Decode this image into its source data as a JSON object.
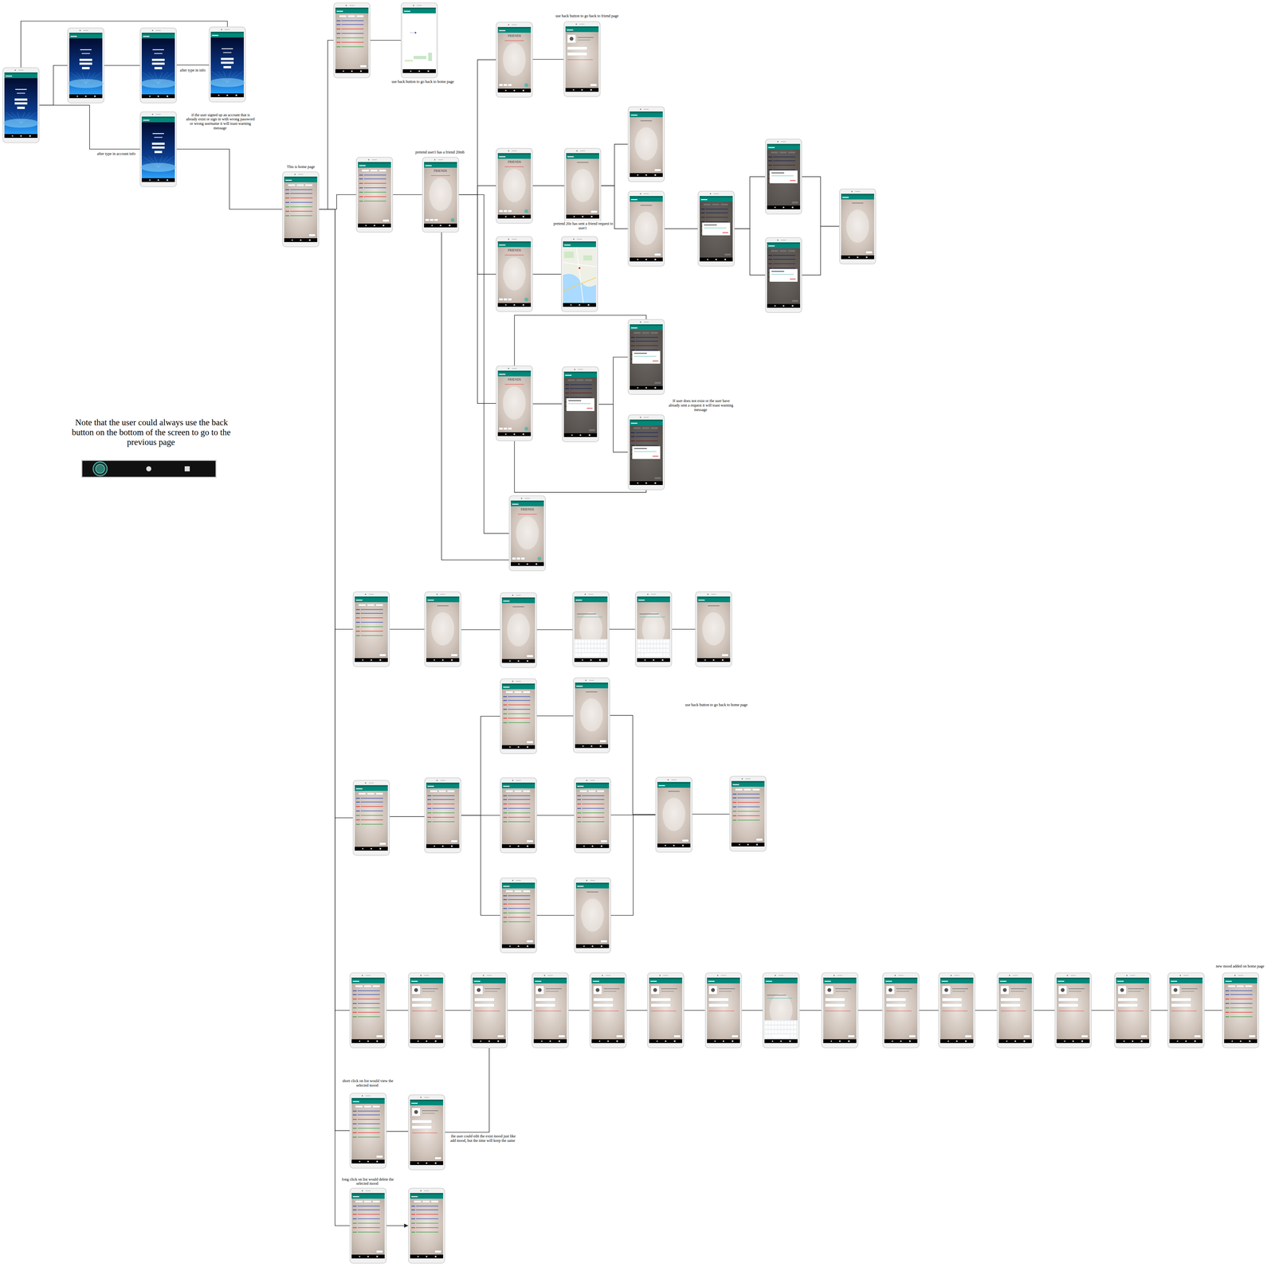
{
  "diagram": {
    "nodes": [
      {
        "text": []
      },
      {
        "text": []
      },
      {
        "text": []
      },
      {
        "text": []
      },
      {
        "text": []
      },
      {
        "text": []
      },
      {
        "text": []
      },
      {
        "text": []
      },
      {
        "text": []
      },
      {
        "text": [
          "FRIENDS"
        ]
      },
      {
        "text": [
          "FRIENDS"
        ]
      },
      {
        "text": []
      },
      {
        "text": [
          "FRIENDS"
        ]
      },
      {
        "text": []
      },
      {
        "text": []
      },
      {
        "text": []
      },
      {
        "text": []
      },
      {
        "text": []
      },
      {
        "text": []
      },
      {
        "text": []
      },
      {
        "text": [
          "FRIENDS"
        ]
      },
      {
        "text": []
      },
      {
        "text": [
          "FRIENDS"
        ]
      },
      {
        "text": []
      },
      {
        "text": []
      },
      {
        "text": []
      },
      {
        "text": [
          "FRIENDS"
        ]
      },
      {
        "text": []
      },
      {
        "text": []
      },
      {
        "text": []
      },
      {
        "text": []
      },
      {
        "text": []
      },
      {
        "text": []
      },
      {
        "text": []
      },
      {
        "text": []
      },
      {
        "text": []
      },
      {
        "text": []
      },
      {
        "text": []
      },
      {
        "text": []
      },
      {
        "text": []
      },
      {
        "text": []
      },
      {
        "text": []
      },
      {
        "text": []
      },
      {
        "text": []
      },
      {
        "text": []
      },
      {
        "text": []
      },
      {
        "text": []
      },
      {
        "text": []
      },
      {
        "text": []
      },
      {
        "text": []
      },
      {
        "text": []
      },
      {
        "text": []
      },
      {
        "text": []
      },
      {
        "text": []
      },
      {
        "text": []
      },
      {
        "text": []
      },
      {
        "text": []
      },
      {
        "text": []
      },
      {
        "text": []
      },
      {
        "text": []
      },
      {
        "text": []
      },
      {
        "text": []
      },
      {
        "text": []
      }
    ],
    "edges": [
      {
        "from": 0,
        "to": 1,
        "arrow": "none"
      },
      {
        "from": 1,
        "to": 2,
        "arrow": "none"
      },
      {
        "from": 2,
        "to": 3,
        "label": "after type in info",
        "arrow": "none"
      },
      {
        "from": 3,
        "to": 0,
        "arrow": "none"
      },
      {
        "from": 0,
        "to": 4,
        "label": "after type in account info",
        "arrow": "none"
      },
      {
        "from": 4,
        "to": 5,
        "arrow": "none"
      },
      {
        "from": 5,
        "to": 6,
        "arrow": "none"
      },
      {
        "from": 6,
        "to": 7,
        "arrow": "none"
      },
      {
        "from": 5,
        "to": 8,
        "arrow": "none"
      },
      {
        "from": 8,
        "to": 9,
        "arrow": "none"
      },
      {
        "from": 9,
        "to": 10,
        "arrow": "none"
      },
      {
        "from": 10,
        "to": 11,
        "arrow": "none"
      },
      {
        "from": 9,
        "to": 12,
        "arrow": "none"
      },
      {
        "from": 12,
        "to": 13,
        "arrow": "none"
      },
      {
        "from": 13,
        "to": 14,
        "arrow": "none"
      },
      {
        "from": 13,
        "to": 15,
        "arrow": "none"
      },
      {
        "from": 15,
        "to": 16,
        "arrow": "none"
      },
      {
        "from": 16,
        "to": 17,
        "arrow": "none"
      },
      {
        "from": 16,
        "to": 18,
        "arrow": "none"
      },
      {
        "from": 17,
        "to": 19,
        "arrow": "none"
      },
      {
        "from": 18,
        "to": 19,
        "arrow": "none"
      },
      {
        "from": 9,
        "to": 20,
        "arrow": "none"
      },
      {
        "from": 20,
        "to": 21,
        "arrow": "none"
      },
      {
        "from": 9,
        "to": 22,
        "arrow": "none"
      },
      {
        "from": 22,
        "to": 23,
        "arrow": "none"
      },
      {
        "from": 23,
        "to": 24,
        "arrow": "none"
      },
      {
        "from": 23,
        "to": 25,
        "arrow": "none"
      },
      {
        "from": 24,
        "to": 22,
        "arrow": "none"
      },
      {
        "from": 25,
        "to": 22,
        "arrow": "none"
      },
      {
        "from": 9,
        "to": 26,
        "arrow": "none"
      },
      {
        "from": 26,
        "to": 9,
        "arrow": "none"
      },
      {
        "from": 5,
        "to": 27,
        "arrow": "none"
      },
      {
        "from": 27,
        "to": 28,
        "arrow": "none"
      },
      {
        "from": 28,
        "to": 29,
        "arrow": "none"
      },
      {
        "from": 29,
        "to": 30,
        "arrow": "none"
      },
      {
        "from": 30,
        "to": 31,
        "arrow": "none"
      },
      {
        "from": 31,
        "to": 32,
        "arrow": "none"
      },
      {
        "from": 5,
        "to": 33,
        "arrow": "none"
      },
      {
        "from": 33,
        "to": 34,
        "arrow": "none"
      },
      {
        "from": 34,
        "to": 35,
        "arrow": "none"
      },
      {
        "from": 34,
        "to": 37,
        "arrow": "none"
      },
      {
        "from": 34,
        "to": 39,
        "arrow": "none"
      },
      {
        "from": 35,
        "to": 36,
        "arrow": "none"
      },
      {
        "from": 37,
        "to": 38,
        "arrow": "none"
      },
      {
        "from": 39,
        "to": 40,
        "arrow": "none"
      },
      {
        "from": 36,
        "to": 41,
        "arrow": "none"
      },
      {
        "from": 38,
        "to": 41,
        "arrow": "none"
      },
      {
        "from": 40,
        "to": 41,
        "arrow": "none"
      },
      {
        "from": 41,
        "to": 42,
        "arrow": "none"
      },
      {
        "from": 5,
        "to": 43,
        "arrow": "none"
      },
      {
        "from": 43,
        "to": 44,
        "arrow": "none"
      },
      {
        "from": 44,
        "to": 45,
        "arrow": "none"
      },
      {
        "from": 45,
        "to": 46,
        "arrow": "none"
      },
      {
        "from": 46,
        "to": 47,
        "arrow": "none"
      },
      {
        "from": 47,
        "to": 48,
        "arrow": "none"
      },
      {
        "from": 48,
        "to": 49,
        "arrow": "none"
      },
      {
        "from": 49,
        "to": 50,
        "arrow": "none"
      },
      {
        "from": 50,
        "to": 51,
        "arrow": "none"
      },
      {
        "from": 51,
        "to": 52,
        "arrow": "none"
      },
      {
        "from": 52,
        "to": 53,
        "arrow": "none"
      },
      {
        "from": 53,
        "to": 54,
        "arrow": "none"
      },
      {
        "from": 54,
        "to": 55,
        "arrow": "none"
      },
      {
        "from": 55,
        "to": 56,
        "arrow": "none"
      },
      {
        "from": 56,
        "to": 57,
        "arrow": "none"
      },
      {
        "from": 57,
        "to": 58,
        "arrow": "none"
      },
      {
        "from": 5,
        "to": 59,
        "arrow": "none"
      },
      {
        "from": 59,
        "to": 60,
        "arrow": "none"
      },
      {
        "from": 60,
        "to": 45,
        "arrow": "none"
      },
      {
        "from": 5,
        "to": 61,
        "arrow": "none"
      },
      {
        "from": 61,
        "to": 62,
        "arrow": "to"
      }
    ],
    "labels": [
      "This is home page",
      "if the user signed up an account that is already exist or sign in with wrong password or wrong username it will toast warning message",
      "use back button to go back to home page",
      "use back button to go back to friend page",
      "pretend user1 has a friend 20mb",
      "pretend 20z has sent a friend request to user1",
      "If user does not exist or the user have already sent a request it will toast warning message",
      "Note that the user could always use the back button on the bottom of the screen to go to the previous page",
      "use back button to go back to home page",
      "short click on list would view the selected mood",
      "the user could edit the exist mood just like add mood, but the time will keep the same",
      "long click on list would delete the selected mood",
      "new mood added on home page"
    ]
  }
}
